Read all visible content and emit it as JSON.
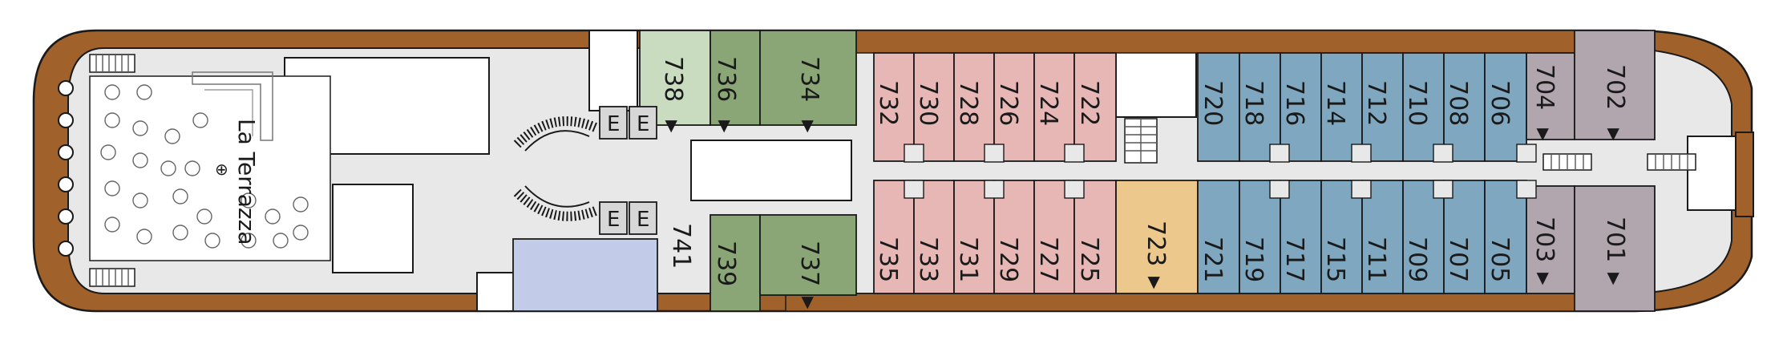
{
  "venue": {
    "name": "La Terrazza"
  },
  "elevator_label": "E",
  "colors": {
    "deck_wood": "#a1612a",
    "cabin_pink": "#e6b7b5",
    "cabin_blue": "#7fa7bf",
    "cabin_grey": "#b1a6ad",
    "cabin_green_dark": "#8aa676",
    "cabin_green_light": "#c9dcc0",
    "cabin_lavender": "#c2cbe8",
    "cabin_gold": "#ecc88d",
    "corridor": "#e8e8e8",
    "outline": "#1a1a1a"
  },
  "cabins": [
    {
      "id": "738",
      "label": "738",
      "marker": true,
      "category": "green_light"
    },
    {
      "id": "736",
      "label": "736",
      "marker": true,
      "category": "green_dark"
    },
    {
      "id": "734",
      "label": "734",
      "marker": true,
      "category": "green_dark"
    },
    {
      "id": "732",
      "label": "732",
      "marker": false,
      "category": "pink"
    },
    {
      "id": "730",
      "label": "730",
      "marker": false,
      "category": "pink"
    },
    {
      "id": "728",
      "label": "728",
      "marker": false,
      "category": "pink"
    },
    {
      "id": "726",
      "label": "726",
      "marker": false,
      "category": "pink"
    },
    {
      "id": "724",
      "label": "724",
      "marker": false,
      "category": "pink"
    },
    {
      "id": "722",
      "label": "722",
      "marker": false,
      "category": "pink"
    },
    {
      "id": "720",
      "label": "720",
      "marker": false,
      "category": "blue"
    },
    {
      "id": "718",
      "label": "718",
      "marker": false,
      "category": "blue"
    },
    {
      "id": "716",
      "label": "716",
      "marker": false,
      "category": "blue"
    },
    {
      "id": "714",
      "label": "714",
      "marker": false,
      "category": "blue"
    },
    {
      "id": "712",
      "label": "712",
      "marker": false,
      "category": "blue"
    },
    {
      "id": "710",
      "label": "710",
      "marker": false,
      "category": "blue"
    },
    {
      "id": "708",
      "label": "708",
      "marker": false,
      "category": "blue"
    },
    {
      "id": "706",
      "label": "706",
      "marker": false,
      "category": "blue"
    },
    {
      "id": "704",
      "label": "704",
      "marker": true,
      "category": "grey"
    },
    {
      "id": "702",
      "label": "702",
      "marker": true,
      "category": "grey"
    },
    {
      "id": "741",
      "label": "741",
      "marker": false,
      "category": "lavender"
    },
    {
      "id": "739",
      "label": "739",
      "marker": false,
      "category": "green_dark"
    },
    {
      "id": "737",
      "label": "737",
      "marker": true,
      "category": "green_dark"
    },
    {
      "id": "735",
      "label": "735",
      "marker": false,
      "category": "pink"
    },
    {
      "id": "733",
      "label": "733",
      "marker": false,
      "category": "pink"
    },
    {
      "id": "731",
      "label": "731",
      "marker": false,
      "category": "pink"
    },
    {
      "id": "729",
      "label": "729",
      "marker": false,
      "category": "pink"
    },
    {
      "id": "727",
      "label": "727",
      "marker": false,
      "category": "pink"
    },
    {
      "id": "725",
      "label": "725",
      "marker": false,
      "category": "pink"
    },
    {
      "id": "723",
      "label": "723",
      "marker": true,
      "category": "gold"
    },
    {
      "id": "721",
      "label": "721",
      "marker": false,
      "category": "blue"
    },
    {
      "id": "719",
      "label": "719",
      "marker": false,
      "category": "blue"
    },
    {
      "id": "717",
      "label": "717",
      "marker": false,
      "category": "blue"
    },
    {
      "id": "715",
      "label": "715",
      "marker": false,
      "category": "blue"
    },
    {
      "id": "711",
      "label": "711",
      "marker": false,
      "category": "blue"
    },
    {
      "id": "709",
      "label": "709",
      "marker": false,
      "category": "blue"
    },
    {
      "id": "707",
      "label": "707",
      "marker": false,
      "category": "blue"
    },
    {
      "id": "705",
      "label": "705",
      "marker": false,
      "category": "blue"
    },
    {
      "id": "703",
      "label": "703",
      "marker": true,
      "category": "grey"
    },
    {
      "id": "701",
      "label": "701",
      "marker": true,
      "category": "grey"
    }
  ]
}
